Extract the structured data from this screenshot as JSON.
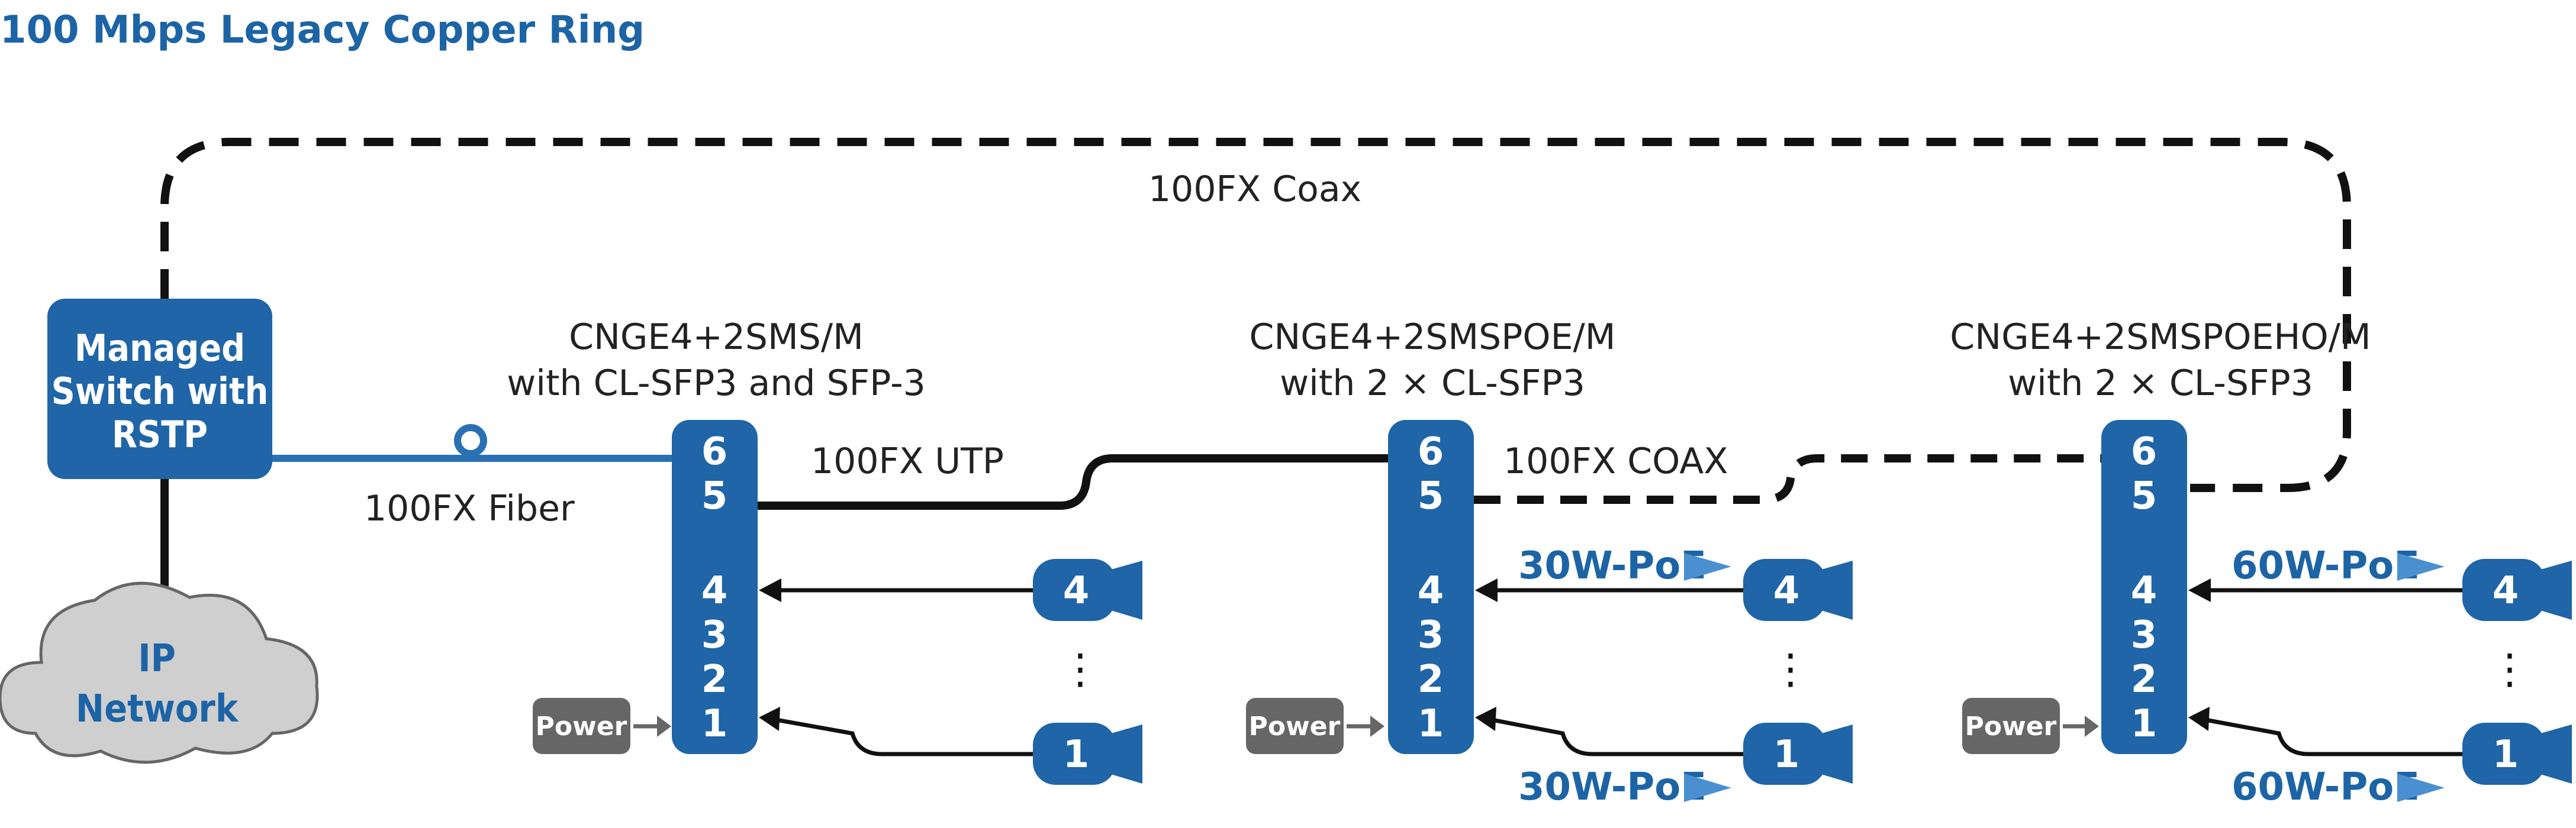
{
  "title": "100 Mbps Legacy Copper Ring",
  "colors": {
    "blue": "#1f65a7",
    "fiber_blue": "#2a70b5",
    "gray": "#666666",
    "cloud": "#cfcfcf",
    "dark": "#111111"
  },
  "managed_switch": {
    "line1": "Managed",
    "line2": "Switch with",
    "line3": "RSTP"
  },
  "cloud": {
    "line1": "IP",
    "line2": "Network"
  },
  "links": {
    "coax_top": "100FX Coax",
    "fiber": "100FX Fiber",
    "utp": "100FX UTP",
    "coax_mid": "100FX COAX"
  },
  "switches": [
    {
      "model": "CNGE4+2SMS/M",
      "subtitle": "with CL-SFP3 and SFP-3",
      "ports": [
        "6",
        "5",
        "4",
        "3",
        "2",
        "1"
      ],
      "power_label": "Power"
    },
    {
      "model": "CNGE4+2SMSPOE/M",
      "subtitle": "with 2 × CL-SFP3",
      "ports": [
        "6",
        "5",
        "4",
        "3",
        "2",
        "1"
      ],
      "power_label": "Power",
      "poe": "30W-PoE"
    },
    {
      "model": "CNGE4+2SMSPOEHO/M",
      "subtitle": "with 2 × CL-SFP3",
      "ports": [
        "6",
        "5",
        "4",
        "3",
        "2",
        "1"
      ],
      "power_label": "Power",
      "poe": "60W-PoE"
    }
  ],
  "cameras": {
    "top_label": "4",
    "bottom_label": "1",
    "dots": "⋮"
  }
}
